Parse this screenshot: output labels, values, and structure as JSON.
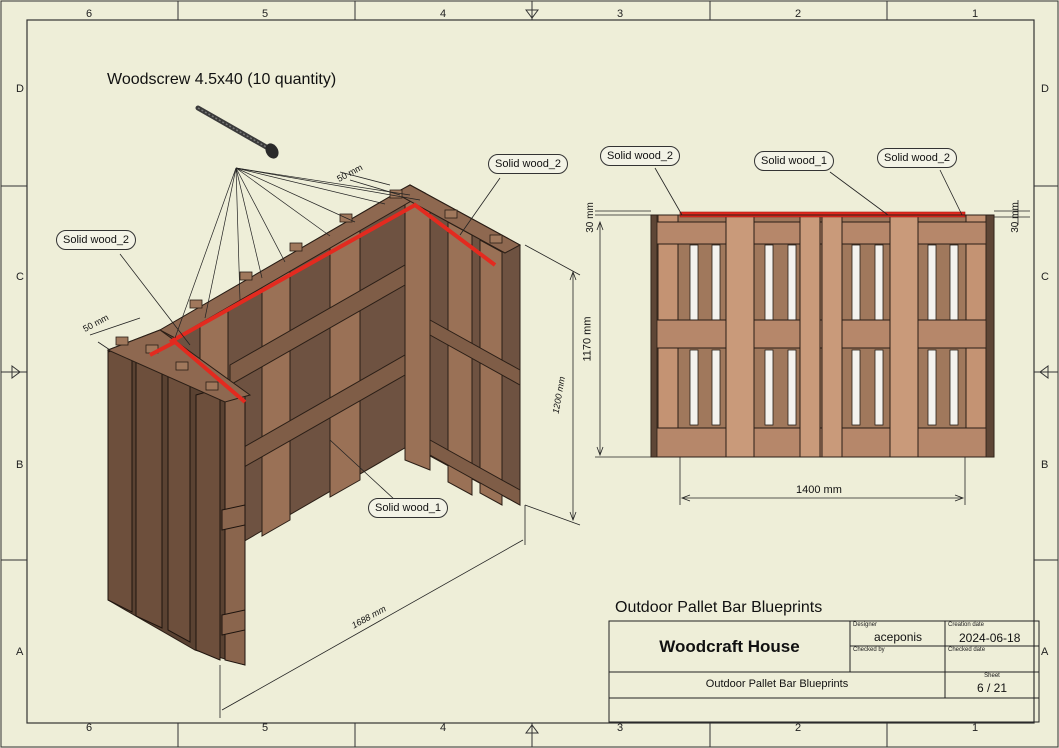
{
  "zones": {
    "top": [
      "6",
      "5",
      "4",
      "3",
      "2",
      "1"
    ],
    "bottom": [
      "6",
      "5",
      "4",
      "3",
      "2",
      "1"
    ],
    "left": [
      "D",
      "C",
      "B",
      "A"
    ],
    "right": [
      "D",
      "C",
      "B",
      "A"
    ]
  },
  "annotations": {
    "screw_note": "Woodscrew 4.5x40 (10 quantity)",
    "iso_solid_wood_2_left": "Solid wood_2",
    "iso_solid_wood_2_right": "Solid wood_2",
    "iso_solid_wood_1": "Solid wood_1",
    "front_solid_wood_2_left": "Solid wood_2",
    "front_solid_wood_1": "Solid wood_1",
    "front_solid_wood_2_right": "Solid wood_2"
  },
  "dimensions": {
    "iso_50_left": "50 mm",
    "iso_50_top": "50 mm",
    "iso_height": "1200 mm",
    "iso_length": "1688 mm",
    "front_30_left": "30 mm",
    "front_30_right": "30 mm",
    "front_height": "1170 mm",
    "front_width": "1400 mm"
  },
  "title_block": {
    "drawing_title": "Outdoor Pallet Bar Blueprints",
    "company": "Woodcraft House",
    "designer_label": "Designer",
    "designer": "aceponis",
    "checked_by_label": "Checked by",
    "checked_by": "",
    "creation_date_label": "Creation date",
    "creation_date": "2024-06-18",
    "checked_date_label": "Checked date",
    "checked_date": "",
    "description": "Outdoor Pallet Bar Blueprints",
    "sheet_label": "Sheet",
    "sheet": "6 / 21"
  },
  "colors": {
    "paper": "#eeeed8",
    "wood_dark": "#5e4636",
    "wood_mid": "#7a5a44",
    "wood_light": "#a57a5e",
    "front_wood": "#b68a6a",
    "highlight_red": "#e32a1f"
  }
}
